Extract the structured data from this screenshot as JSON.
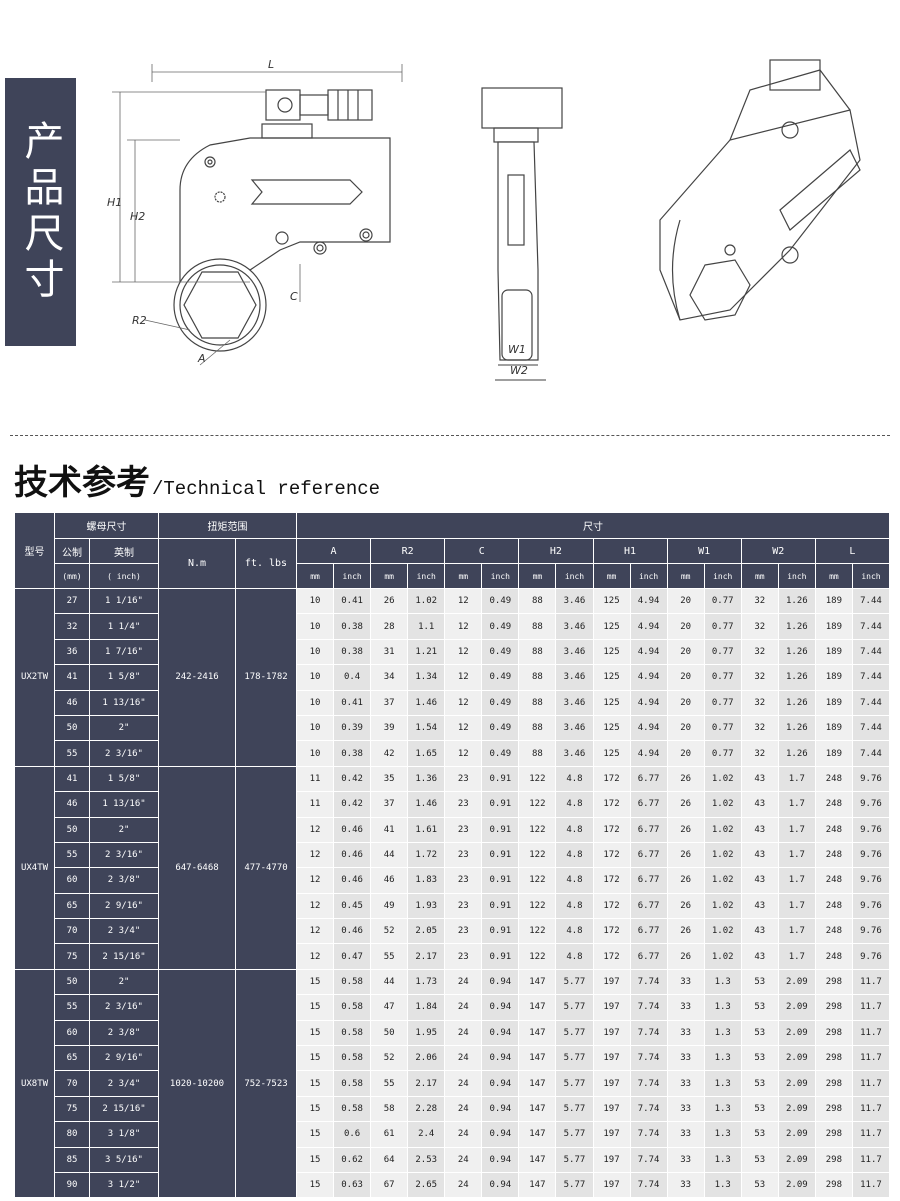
{
  "side_title": "产品尺寸",
  "drawing": {
    "L": "L",
    "H1": "H1",
    "H2": "H2",
    "C": "C",
    "R2": "R2",
    "A": "A",
    "W1": "W1",
    "W2": "W2"
  },
  "section": {
    "title_cn": "技术参考",
    "title_en": "/Technical reference"
  },
  "table": {
    "h_model": "型号",
    "h_nut": "螺母尺寸",
    "h_torque": "扭矩范围",
    "h_dims": "尺寸",
    "h_metric": "公制",
    "h_imperial": "英制",
    "h_mm": "(mm)",
    "h_inch": "( inch)",
    "h_nm": "N.m",
    "h_ftlbs": "ft. lbs",
    "dims": [
      "A",
      "R2",
      "C",
      "H2",
      "H1",
      "W1",
      "W2",
      "L"
    ],
    "unit_mm": "mm",
    "unit_inch": "inch",
    "groups": [
      {
        "model": "UX2TW",
        "nm": "242-2416",
        "ftlbs": "178-1782",
        "rows": [
          {
            "mm": "27",
            "in": "1  1/16\"",
            "v": [
              "10",
              "0.41",
              "26",
              "1.02",
              "12",
              "0.49",
              "88",
              "3.46",
              "125",
              "4.94",
              "20",
              "0.77",
              "32",
              "1.26",
              "189",
              "7.44"
            ]
          },
          {
            "mm": "32",
            "in": "1  1/4\"",
            "v": [
              "10",
              "0.38",
              "28",
              "1.1",
              "12",
              "0.49",
              "88",
              "3.46",
              "125",
              "4.94",
              "20",
              "0.77",
              "32",
              "1.26",
              "189",
              "7.44"
            ]
          },
          {
            "mm": "36",
            "in": "1  7/16\"",
            "v": [
              "10",
              "0.38",
              "31",
              "1.21",
              "12",
              "0.49",
              "88",
              "3.46",
              "125",
              "4.94",
              "20",
              "0.77",
              "32",
              "1.26",
              "189",
              "7.44"
            ]
          },
          {
            "mm": "41",
            "in": "1  5/8\"",
            "v": [
              "10",
              "0.4",
              "34",
              "1.34",
              "12",
              "0.49",
              "88",
              "3.46",
              "125",
              "4.94",
              "20",
              "0.77",
              "32",
              "1.26",
              "189",
              "7.44"
            ]
          },
          {
            "mm": "46",
            "in": "1  13/16\"",
            "v": [
              "10",
              "0.41",
              "37",
              "1.46",
              "12",
              "0.49",
              "88",
              "3.46",
              "125",
              "4.94",
              "20",
              "0.77",
              "32",
              "1.26",
              "189",
              "7.44"
            ]
          },
          {
            "mm": "50",
            "in": "2\"",
            "v": [
              "10",
              "0.39",
              "39",
              "1.54",
              "12",
              "0.49",
              "88",
              "3.46",
              "125",
              "4.94",
              "20",
              "0.77",
              "32",
              "1.26",
              "189",
              "7.44"
            ]
          },
          {
            "mm": "55",
            "in": "2  3/16\"",
            "v": [
              "10",
              "0.38",
              "42",
              "1.65",
              "12",
              "0.49",
              "88",
              "3.46",
              "125",
              "4.94",
              "20",
              "0.77",
              "32",
              "1.26",
              "189",
              "7.44"
            ]
          }
        ]
      },
      {
        "model": "UX4TW",
        "nm": "647-6468",
        "ftlbs": "477-4770",
        "rows": [
          {
            "mm": "41",
            "in": "1  5/8\"",
            "v": [
              "11",
              "0.42",
              "35",
              "1.36",
              "23",
              "0.91",
              "122",
              "4.8",
              "172",
              "6.77",
              "26",
              "1.02",
              "43",
              "1.7",
              "248",
              "9.76"
            ]
          },
          {
            "mm": "46",
            "in": "1  13/16\"",
            "v": [
              "11",
              "0.42",
              "37",
              "1.46",
              "23",
              "0.91",
              "122",
              "4.8",
              "172",
              "6.77",
              "26",
              "1.02",
              "43",
              "1.7",
              "248",
              "9.76"
            ]
          },
          {
            "mm": "50",
            "in": "2\"",
            "v": [
              "12",
              "0.46",
              "41",
              "1.61",
              "23",
              "0.91",
              "122",
              "4.8",
              "172",
              "6.77",
              "26",
              "1.02",
              "43",
              "1.7",
              "248",
              "9.76"
            ]
          },
          {
            "mm": "55",
            "in": "2  3/16\"",
            "v": [
              "12",
              "0.46",
              "44",
              "1.72",
              "23",
              "0.91",
              "122",
              "4.8",
              "172",
              "6.77",
              "26",
              "1.02",
              "43",
              "1.7",
              "248",
              "9.76"
            ]
          },
          {
            "mm": "60",
            "in": "2  3/8\"",
            "v": [
              "12",
              "0.46",
              "46",
              "1.83",
              "23",
              "0.91",
              "122",
              "4.8",
              "172",
              "6.77",
              "26",
              "1.02",
              "43",
              "1.7",
              "248",
              "9.76"
            ]
          },
          {
            "mm": "65",
            "in": "2  9/16\"",
            "v": [
              "12",
              "0.45",
              "49",
              "1.93",
              "23",
              "0.91",
              "122",
              "4.8",
              "172",
              "6.77",
              "26",
              "1.02",
              "43",
              "1.7",
              "248",
              "9.76"
            ]
          },
          {
            "mm": "70",
            "in": "2  3/4\"",
            "v": [
              "12",
              "0.46",
              "52",
              "2.05",
              "23",
              "0.91",
              "122",
              "4.8",
              "172",
              "6.77",
              "26",
              "1.02",
              "43",
              "1.7",
              "248",
              "9.76"
            ]
          },
          {
            "mm": "75",
            "in": "2  15/16\"",
            "v": [
              "12",
              "0.47",
              "55",
              "2.17",
              "23",
              "0.91",
              "122",
              "4.8",
              "172",
              "6.77",
              "26",
              "1.02",
              "43",
              "1.7",
              "248",
              "9.76"
            ]
          }
        ]
      },
      {
        "model": "UX8TW",
        "nm": "1020-10200",
        "ftlbs": "752-7523",
        "rows": [
          {
            "mm": "50",
            "in": "2\"",
            "v": [
              "15",
              "0.58",
              "44",
              "1.73",
              "24",
              "0.94",
              "147",
              "5.77",
              "197",
              "7.74",
              "33",
              "1.3",
              "53",
              "2.09",
              "298",
              "11.7"
            ]
          },
          {
            "mm": "55",
            "in": "2  3/16\"",
            "v": [
              "15",
              "0.58",
              "47",
              "1.84",
              "24",
              "0.94",
              "147",
              "5.77",
              "197",
              "7.74",
              "33",
              "1.3",
              "53",
              "2.09",
              "298",
              "11.7"
            ]
          },
          {
            "mm": "60",
            "in": "2  3/8\"",
            "v": [
              "15",
              "0.58",
              "50",
              "1.95",
              "24",
              "0.94",
              "147",
              "5.77",
              "197",
              "7.74",
              "33",
              "1.3",
              "53",
              "2.09",
              "298",
              "11.7"
            ]
          },
          {
            "mm": "65",
            "in": "2  9/16\"",
            "v": [
              "15",
              "0.58",
              "52",
              "2.06",
              "24",
              "0.94",
              "147",
              "5.77",
              "197",
              "7.74",
              "33",
              "1.3",
              "53",
              "2.09",
              "298",
              "11.7"
            ]
          },
          {
            "mm": "70",
            "in": "2  3/4\"",
            "v": [
              "15",
              "0.58",
              "55",
              "2.17",
              "24",
              "0.94",
              "147",
              "5.77",
              "197",
              "7.74",
              "33",
              "1.3",
              "53",
              "2.09",
              "298",
              "11.7"
            ]
          },
          {
            "mm": "75",
            "in": "2  15/16\"",
            "v": [
              "15",
              "0.58",
              "58",
              "2.28",
              "24",
              "0.94",
              "147",
              "5.77",
              "197",
              "7.74",
              "33",
              "1.3",
              "53",
              "2.09",
              "298",
              "11.7"
            ]
          },
          {
            "mm": "80",
            "in": "3  1/8\"",
            "v": [
              "15",
              "0.6",
              "61",
              "2.4",
              "24",
              "0.94",
              "147",
              "5.77",
              "197",
              "7.74",
              "33",
              "1.3",
              "53",
              "2.09",
              "298",
              "11.7"
            ]
          },
          {
            "mm": "85",
            "in": "3  5/16\"",
            "v": [
              "15",
              "0.62",
              "64",
              "2.53",
              "24",
              "0.94",
              "147",
              "5.77",
              "197",
              "7.74",
              "33",
              "1.3",
              "53",
              "2.09",
              "298",
              "11.7"
            ]
          },
          {
            "mm": "90",
            "in": "3  1/2\"",
            "v": [
              "15",
              "0.63",
              "67",
              "2.65",
              "24",
              "0.94",
              "147",
              "5.77",
              "197",
              "7.74",
              "33",
              "1.3",
              "53",
              "2.09",
              "298",
              "11.7"
            ]
          }
        ]
      }
    ]
  },
  "colors": {
    "header_bg": "#3f4459",
    "cell_light": "#f0f0f0",
    "cell_mid": "#e3e3e3"
  }
}
